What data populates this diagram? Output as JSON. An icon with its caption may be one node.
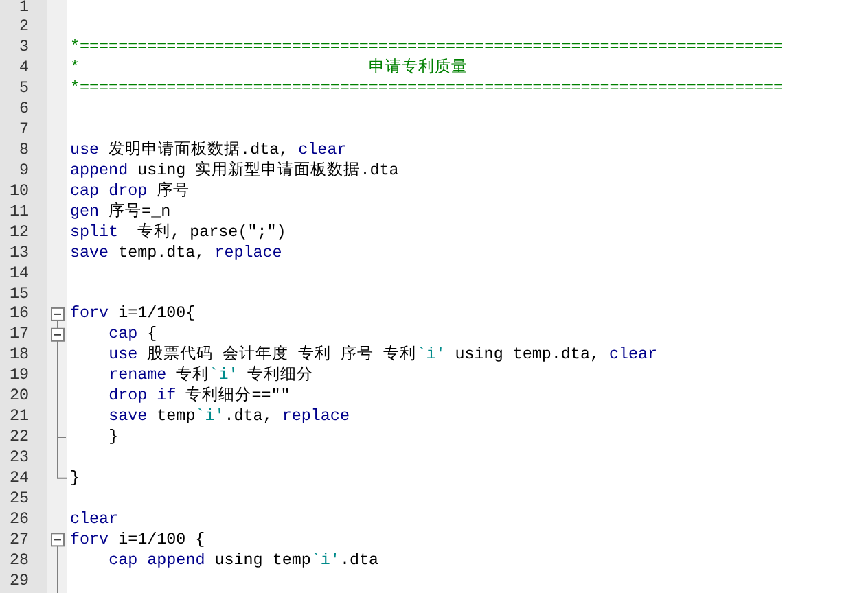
{
  "diagram": {
    "labels": [
      "1",
      "2",
      "3",
      "*=========================================================================",
      "4",
      "*",
      "申请专利质量",
      "5",
      "*=========================================================================",
      "6",
      "7",
      "8",
      "use 发明申请面板数据.dta, clear",
      "9",
      "append using 实用新型申请面板数据.dta",
      "10",
      "cap drop 序号",
      "11",
      "gen 序号=_n",
      "12",
      "split  专利, parse(\";\")",
      "13",
      "save temp.dta, replace",
      "14",
      "15",
      "16",
      "forv i=1/100{",
      "17",
      "cap {",
      "18",
      "use 股票代码 会计年度 专利 序号 专利`i' using temp.dta, clear",
      "19",
      "rename 专利`i' 专利细分",
      "20",
      "drop if 专利细分==\"\"",
      "21",
      "save temp`i'.dta, replace",
      "22",
      "}",
      "23",
      "24",
      "}",
      "25",
      "26",
      "clear",
      "27",
      "forv i=1/100 {",
      "28",
      "cap append using temp`i'.dta",
      "29"
    ]
  }
}
